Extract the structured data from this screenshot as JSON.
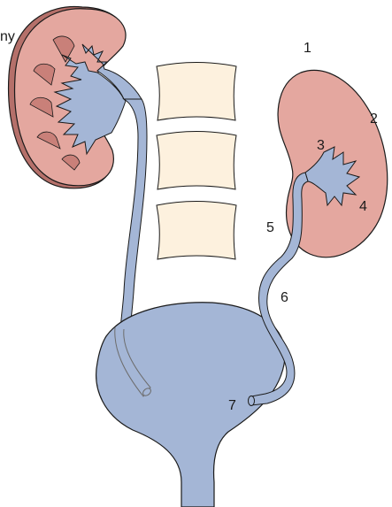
{
  "labels": {
    "corner_fragment": "ny",
    "n1": "1",
    "n2": "2",
    "n3": "3",
    "n4": "4",
    "n5": "5",
    "n6": "6",
    "n7": "7"
  },
  "colors": {
    "kidney_fill": "#e4a79f",
    "kidney_dark_edge": "#b5706a",
    "kidney_inner_dark": "#c98079",
    "urinary_blue": "#a4b6d6",
    "vertebra_fill": "#fdf1de",
    "outline": "#1a1a1a"
  }
}
